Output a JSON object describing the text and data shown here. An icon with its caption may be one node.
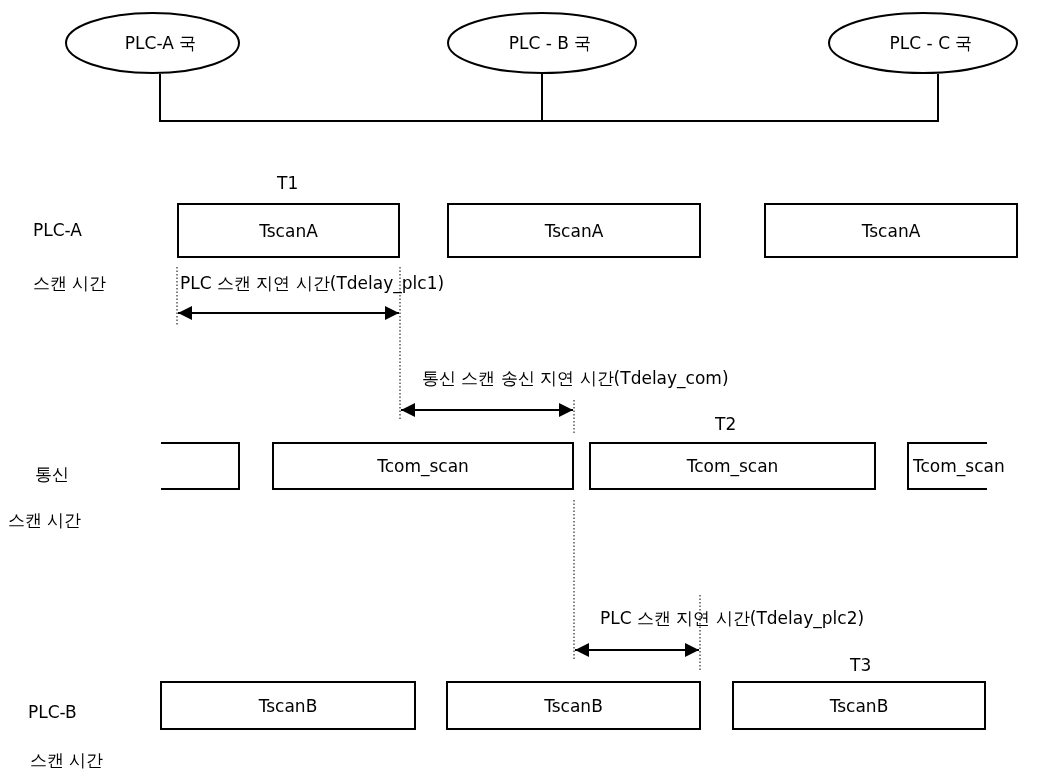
{
  "diagram": {
    "nodes": [
      {
        "text": [
          "PLC-A 국"
        ]
      },
      {
        "text": [
          "PLC - B 국"
        ]
      },
      {
        "text": [
          "PLC - C 국"
        ]
      },
      {
        "text": [
          "TscanA"
        ],
        "beside": [
          "T1"
        ]
      },
      {
        "text": [
          "TscanA"
        ]
      },
      {
        "text": [
          "TscanA"
        ]
      },
      {
        "text": [],
        "shape": "box"
      },
      {
        "text": [
          "Tcom_scan"
        ]
      },
      {
        "text": [
          "Tcom_scan"
        ],
        "beside": [
          "T2"
        ]
      },
      {
        "text": [
          "Tcom_scan"
        ]
      },
      {
        "text": [
          "TscanB"
        ]
      },
      {
        "text": [
          "TscanB"
        ]
      },
      {
        "text": [
          "TscanB"
        ],
        "beside": [
          "T3"
        ]
      }
    ],
    "edges": [
      {
        "from": 0,
        "to": 1,
        "arrow": "none"
      },
      {
        "from": 1,
        "to": 2,
        "arrow": "none"
      }
    ],
    "labels": [
      "PLC-A",
      "스캔 시간",
      "PLC 스캔 지연 시간(Tdelay_plc1)",
      "통신 스캔 송신 지연 시간(Tdelay_com)",
      "통신",
      "스캔 시간",
      "PLC 스캔 지연 시간(Tdelay_plc2)",
      "PLC-B",
      "스캔 시간"
    ]
  }
}
